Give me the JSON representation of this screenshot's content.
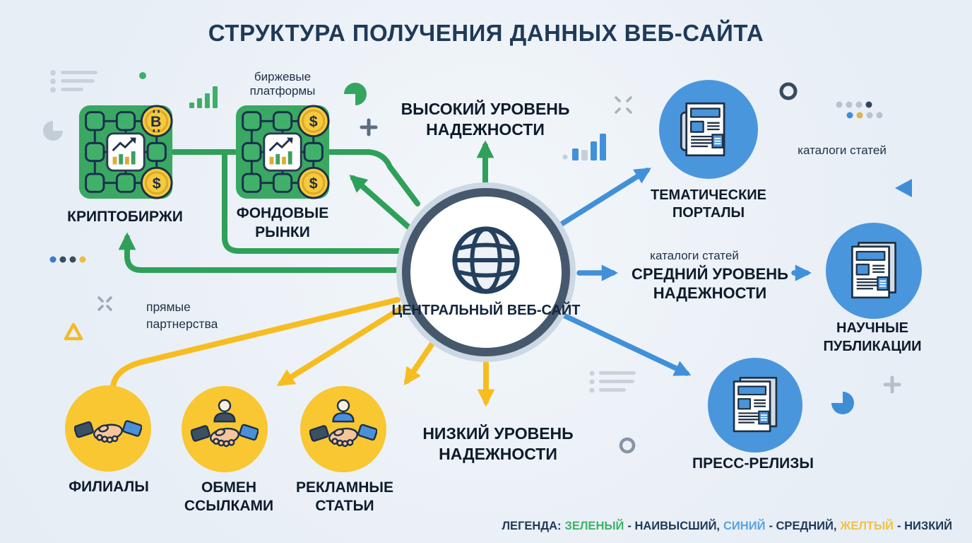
{
  "title": "СТРУКТУРА ПОЛУЧЕНИЯ ДАННЫХ ВЕБ-САЙТА",
  "central_node": {
    "line1": "ЦЕНТРАЛЬНЫЙ",
    "line2": "ВЕБ-САЙТ"
  },
  "levels": {
    "high": {
      "line1": "ВЫСОКИЙ УРОВЕНЬ",
      "line2": "НАДЕЖНОСТИ"
    },
    "medium": {
      "annotation": "каталоги статей",
      "line1": "СРЕДНИЙ УРОВЕНЬ",
      "line2": "НАДЕЖНОСТИ"
    },
    "low": {
      "line1": "НИЗКИЙ УРОВЕНЬ",
      "line2": "НАДЕЖНОСТИ"
    }
  },
  "green_nodes": {
    "annotation": {
      "line1": "биржевые",
      "line2": "платформы"
    },
    "crypto": {
      "label": "КРИПТОБИРЖИ"
    },
    "stock": {
      "line1": "ФОНДОВЫЕ",
      "line2": "РЫНКИ"
    }
  },
  "blue_nodes": {
    "portals": {
      "line1": "ТЕМАТИЧЕСКИЕ",
      "line2": "ПОРТАЛЫ",
      "annotation": "каталоги статей"
    },
    "science": {
      "line1": "НАУЧНЫЕ",
      "line2": "ПУБЛИКАЦИИ"
    },
    "press": {
      "label": "ПРЕСС-РЕЛИЗЫ"
    }
  },
  "yellow_nodes": {
    "annotation": {
      "line1": "прямые",
      "line2": "партнерства"
    },
    "affiliates": {
      "label": "ФИЛИАЛЫ"
    },
    "links": {
      "line1": "ОБМЕН",
      "line2": "ССЫЛКАМИ"
    },
    "ads": {
      "line1": "РЕКЛАМНЫЕ",
      "line2": "СТАТЬИ"
    }
  },
  "coins": {
    "bitcoin_symbol": "B",
    "dollar_symbol": "$"
  },
  "legend": {
    "prefix": "ЛЕГЕНДА:",
    "items": [
      {
        "word": "ЗЕЛЕНЫЙ",
        "desc": "- НАИВЫСШИЙ,",
        "color": "#3db36b"
      },
      {
        "word": "СИНИЙ",
        "desc": "- СРЕДНИЙ,",
        "color": "#56a4e3"
      },
      {
        "word": "ЖЕЛТЫЙ",
        "desc": "- НИЗКИЙ",
        "color": "#f2c340"
      }
    ]
  },
  "colors": {
    "green_arrow": "#2fa05a",
    "blue_arrow": "#4190d9",
    "yellow_arrow": "#f7bd20",
    "node_green": "#3aa763",
    "node_blue": "#4a96dd",
    "node_yellow": "#f8c731",
    "ring": "#46586c",
    "navy_text": "#1f3a58"
  }
}
